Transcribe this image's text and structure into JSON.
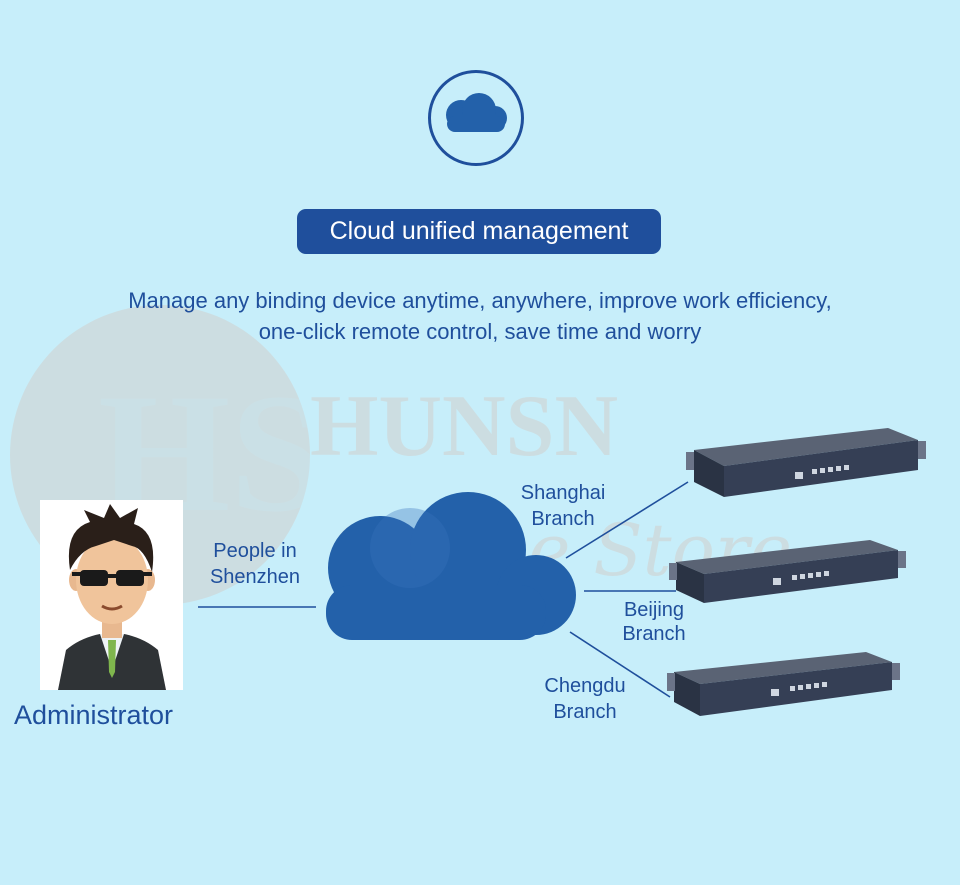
{
  "heading": {
    "icon": "cloud-icon",
    "title": "Cloud unified management",
    "subtitle_line1": "Manage any binding device anytime, anywhere, improve work efficiency,",
    "subtitle_line2": "one-click remote control, save time and worry"
  },
  "watermark": {
    "brand": "HUNSN",
    "store": "Online Store"
  },
  "admin": {
    "icon": "administrator-avatar-icon",
    "label": "Administrator",
    "connection_line1": "People in",
    "connection_line2": "Shenzhen"
  },
  "branches": [
    {
      "line1": "Shanghai",
      "line2": "Branch"
    },
    {
      "line1": "Beijing",
      "line2": "Branch"
    },
    {
      "line1": "Chengdu",
      "line2": "Branch"
    }
  ],
  "colors": {
    "background": "#c7eefa",
    "accent": "#1f4f9c",
    "cloud": "#2361aa",
    "device": "#2c3548"
  }
}
